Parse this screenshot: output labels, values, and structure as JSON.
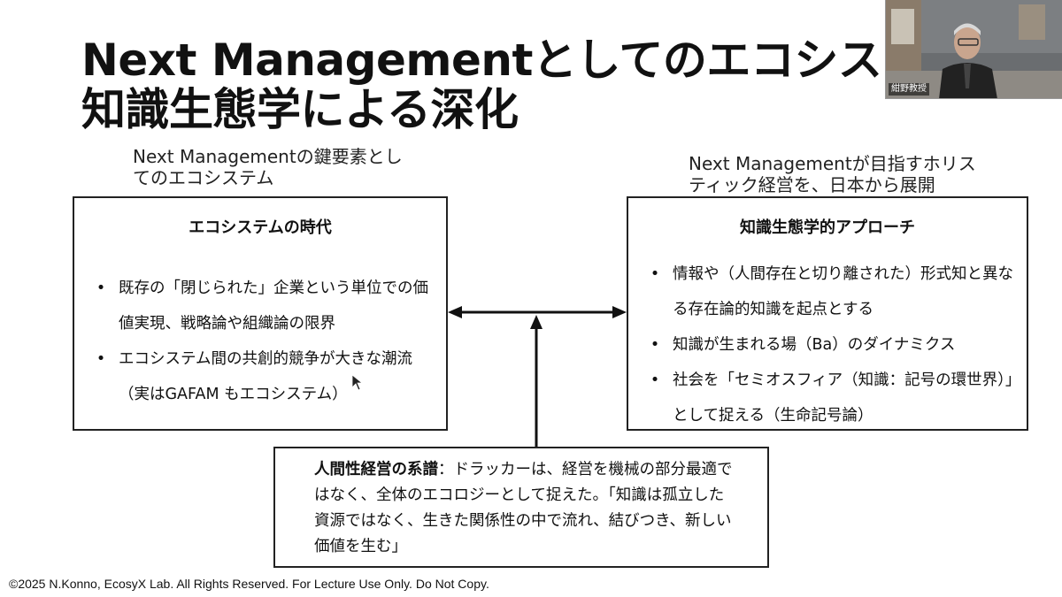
{
  "slide": {
    "title_line1": "Next Managementとしてのエコシステム",
    "title_line2": "知識生態学による深化",
    "caption_left": "Next Managementの鍵要素としてのエコシステム",
    "caption_right": "Next Managementが目指すホリスティック経営を、日本から展開",
    "left_box": {
      "heading": "エコシステムの時代",
      "bullets": [
        "既存の「閉じられた」企業という単位での価値実現、戦略論や組織論の限界",
        "エコシステム間の共創的競争が大きな潮流（実はGAFAM もエコシステム）"
      ]
    },
    "right_box": {
      "heading": "知識生態学的アプローチ",
      "bullets": [
        "情報や（人間存在と切り離された）形式知と異なる存在論的知識を起点とする",
        "知識が生まれる場（Ba）のダイナミクス",
        "社会を「セミオスフィア（知識：記号の環世界）」として捉える（生命記号論）"
      ]
    },
    "bottom_box": {
      "strong": "人間性経営の系譜",
      "text": "：ドラッカーは、経営を機械の部分最適ではなく、全体のエコロジーとして捉えた。「知識は孤立した資源ではなく、生きた関係性の中で流れ、結びつき、新しい価値を生む」"
    },
    "bullet_glyph": "•",
    "footer": "©2025 N.Konno, EcosyX Lab.  All Rights Reserved. For Lecture Use Only. Do Not Copy."
  },
  "webcam": {
    "name_label": "紺野教授"
  },
  "colors": {
    "text": "#111111",
    "border": "#222222",
    "background": "#ffffff"
  },
  "icons": {
    "connector": "double-headed-arrow-with-upward-arrow",
    "cursor": "mouse-pointer-icon"
  }
}
